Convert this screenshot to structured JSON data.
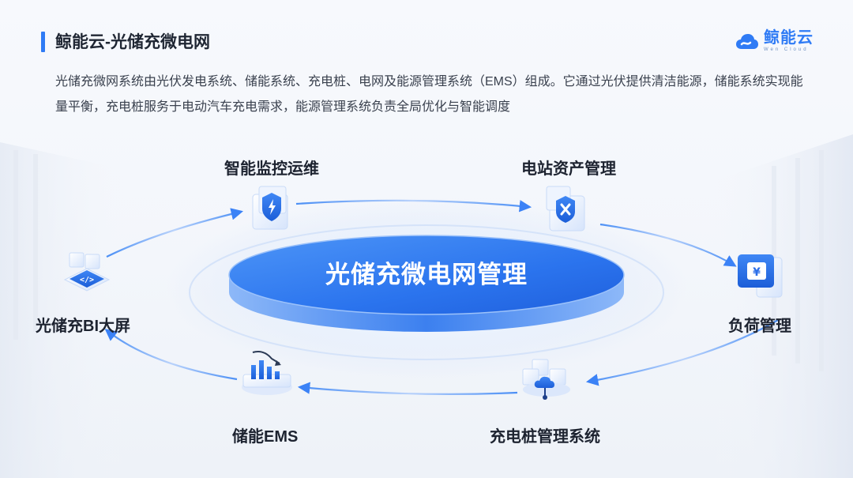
{
  "header": {
    "title": "鲸能云-光储充微电网",
    "logo_name": "鲸能云",
    "logo_sub": "Wen Cloud"
  },
  "description": "光储充微网系统由光伏发电系统、储能系统、充电桩、电网及能源管理系统（EMS）组成。它通过光伏提供清洁能源，储能系统实现能量平衡，充电桩服务于电动汽车充电需求，能源管理系统负责全局优化与智能调度",
  "center": {
    "label": "光储充微电网管理"
  },
  "nodes": [
    {
      "label": "智能监控运维",
      "icon": "shield-lightning-icon"
    },
    {
      "label": "电站资产管理",
      "icon": "tools-shield-icon"
    },
    {
      "label": "负荷管理",
      "icon": "yen-wallet-icon"
    },
    {
      "label": "充电桩管理系统",
      "icon": "cloud-node-icon"
    },
    {
      "label": "储能EMS",
      "icon": "battery-chart-icon"
    },
    {
      "label": "光储充BI大屏",
      "icon": "code-screen-icon"
    }
  ],
  "colors": {
    "accent": "#2f7bf5",
    "ring": "#5a9af5",
    "text": "#1d2330"
  }
}
